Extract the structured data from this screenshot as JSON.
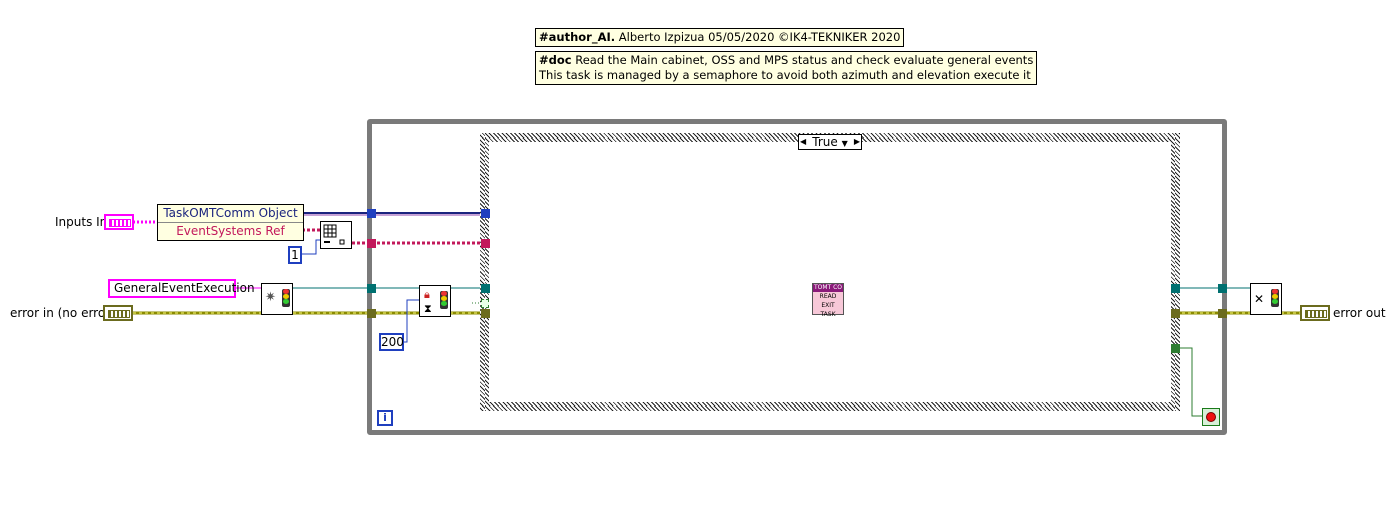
{
  "comments": {
    "author_tag": "#author_AI.",
    "author_text": "Alberto Izpizua 05/05/2020 ©IK4-TEKNIKER 2020",
    "doc_tag": "#doc",
    "doc_line1": "Read the Main cabinet, OSS and MPS status and check evaluate general events",
    "doc_line2": "This task is managed by a semaphore to avoid both azimuth and elevation execute it"
  },
  "terminals": {
    "inputs_in": "Inputs In",
    "error_in": "error in (no error)",
    "error_out": "error out"
  },
  "unbundle": {
    "field1": "TaskOMTComm Object",
    "field2": "EventSystems Ref"
  },
  "constants": {
    "index": "1",
    "timeout": "200",
    "semaphore_name": "GeneralEventExecution"
  },
  "case_structure": {
    "selector": "True"
  },
  "subvi_read_task": {
    "line1": "TOMT CO",
    "line2": "READ EXIT",
    "line3": "TASK"
  },
  "loop": {
    "iteration": "i"
  },
  "colors": {
    "class_wire": "#1a237e",
    "cluster_wire": "#c2185b",
    "error_wire": "#8b8b00",
    "refnum_wire": "#007070",
    "bool_wire": "#2e7d32",
    "loop_border": "#7a7a7a"
  }
}
